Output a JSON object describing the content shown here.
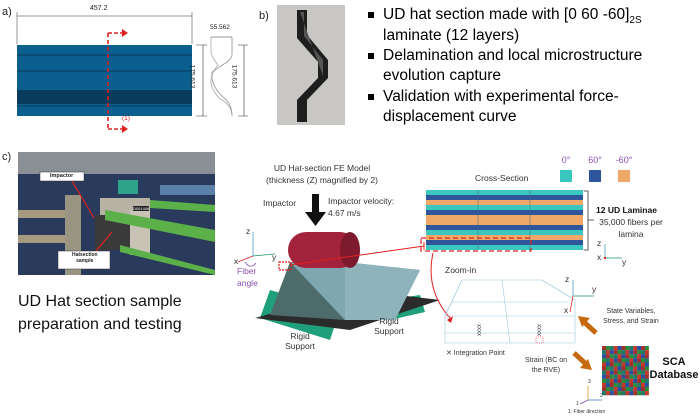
{
  "panels": {
    "a": "a)",
    "b": "b)",
    "c": "c)"
  },
  "panel_a": {
    "width_dim": "457.2",
    "height_dim": "175.613",
    "profile_height_dim": "175.613",
    "profile_width_dim": "55.562",
    "section_mark": "(1)"
  },
  "bullets": [
    {
      "line1": "UD hat section made with [0 60 -60]",
      "sub": "2S",
      "line2": "laminate (12 layers)"
    },
    {
      "line1": "Delamination and local microstructure",
      "line2": "evolution capture"
    },
    {
      "line1": "Validation with experimental force-",
      "line2": "displacement curve"
    }
  ],
  "photo_c": {
    "impactor_label": "Impactor",
    "sample_label1": "Hatsection",
    "sample_label2": "sample",
    "machine_tag": "D001446"
  },
  "caption_c": {
    "line1": "UD Hat section sample",
    "line2": "preparation and testing"
  },
  "fe_model": {
    "title1": "UD Hat-section FE Model",
    "title2": "(thickness (Z) magnified by 2)",
    "impactor": "Impactor",
    "velocity1": "Impactor velocity:",
    "velocity2": "4.67 m/s",
    "axis_z": "z",
    "axis_y": "y",
    "axis_x": "x",
    "fiber1": "Fiber",
    "fiber2": "angle",
    "support_left1": "Rigid",
    "support_left2": "Support",
    "support_right1": "Rigid",
    "support_right2": "Support"
  },
  "cross_section": {
    "title": "Cross-Section",
    "legend": [
      {
        "label": "0°",
        "color": "#3cc6c0"
      },
      {
        "label": "60°",
        "color": "#2f569a"
      },
      {
        "label": "-60°",
        "color": "#f0a868"
      }
    ],
    "layers": [
      "0°",
      "60°",
      "-60°",
      "0°",
      "60°",
      "-60°",
      "-60°",
      "60°",
      "0°",
      "-60°",
      "60°",
      "0°"
    ],
    "laminae_bold": "12 UD Laminae",
    "fibers1": "35,000 fibers per",
    "fibers2": "lamina",
    "axis_z": "z",
    "axis_x": "x",
    "axis_y": "y"
  },
  "zoom_in": {
    "title": "Zoom-in",
    "axis_z": "z",
    "axis_y": "y",
    "axis_x": "x",
    "integration_point": "✕ Integration Point"
  },
  "sca": {
    "state1": "State Variables,",
    "state2": "Stress, and Strain",
    "strain1": "Strain (BC on",
    "strain2": "the RVE)",
    "db1": "SCA",
    "db2": "Database",
    "fiber_dir": "1: Fiber direction",
    "ax1": "1",
    "ax2": "2",
    "ax3": "3"
  }
}
